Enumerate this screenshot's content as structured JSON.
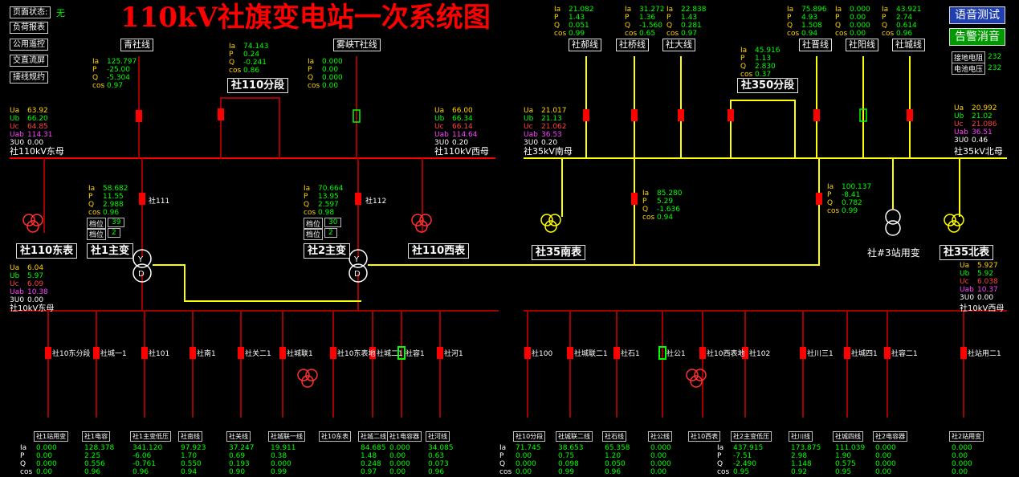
{
  "title": "110kV社旗变电站一次系统图",
  "comm_status": {
    "label": "页面状态:",
    "value": "无"
  },
  "side_buttons": [
    "负荷报表",
    "公用遥控",
    "交直流屏",
    "接线规约"
  ],
  "right_buttons": {
    "voice_test": "语音测试",
    "alarm_reset": "告警消音"
  },
  "right_info": [
    {
      "label": "接地电阻",
      "value": "232"
    },
    {
      "label": "电池电压",
      "value": "232"
    }
  ],
  "feeders_110": [
    {
      "name": "青社线",
      "ia": "125.797",
      "p": "-25.00",
      "q": "-5.304",
      "cos": "0.97"
    },
    {
      "name": "雾峡T社线",
      "ia": "0.000",
      "p": "0.00",
      "q": "0.000",
      "cos": "0.00"
    }
  ],
  "sec110": {
    "name": "社110分段",
    "ia": "74.143",
    "p": "0.24",
    "q": "-0.241",
    "cos": "0.86"
  },
  "bus110_east": {
    "name": "社110kV东母",
    "ua": "63.92",
    "ub": "66.20",
    "uc": "64.85",
    "uab": "114.31",
    "u0": "0.00"
  },
  "bus110_west": {
    "name": "社110kV西母",
    "ua": "66.00",
    "ub": "66.34",
    "uc": "66.14",
    "uab": "114.64",
    "u0": "0.20"
  },
  "pt110": [
    {
      "name": "社110东表"
    },
    {
      "name": "社110西表"
    }
  ],
  "tf1": {
    "name": "社1主变",
    "hv": "社111",
    "ia": "58.682",
    "p": "11.55",
    "q": "2.988",
    "cos": "0.96",
    "tap_label": "档位",
    "tap": "39",
    "gear_label": "档位",
    "gear": "2"
  },
  "tf2": {
    "name": "社2主变",
    "hv": "社112",
    "ia": "70.664",
    "p": "13.95",
    "q": "2.597",
    "cos": "0.98",
    "tap_label": "档位",
    "tap": "30",
    "gear_label": "档位",
    "gear": "2"
  },
  "feeders_35": [
    {
      "name": "社郝线",
      "ia": "21.082",
      "p": "1.43",
      "q": "0.051",
      "cos": "0.99"
    },
    {
      "name": "社桥线",
      "ia": "31.272",
      "p": "1.36",
      "q": "-1.560",
      "cos": "0.65"
    },
    {
      "name": "社大线",
      "ia": "22.838",
      "p": "1.43",
      "q": "0.281",
      "cos": "0.97"
    },
    {
      "name": "社晋线",
      "ia": "75.896",
      "p": "4.93",
      "q": "1.508",
      "cos": "0.94"
    },
    {
      "name": "社阳线",
      "ia": "0.000",
      "p": "0.00",
      "q": "0.000",
      "cos": "0.00"
    },
    {
      "name": "社城线",
      "ia": "43.921",
      "p": "2.74",
      "q": "0.614",
      "cos": "0.96"
    }
  ],
  "sec35": {
    "name": "社350分段",
    "ia": "45.916",
    "p": "1.13",
    "q": "2.830",
    "cos": "0.37"
  },
  "bus35_south": {
    "name": "社35kV南母",
    "ua": "21.017",
    "ub": "21.13",
    "uc": "21.062",
    "uab": "36.53",
    "u0": "0.20"
  },
  "bus35_north": {
    "name": "社35kV北母",
    "ua": "20.992",
    "ub": "21.02",
    "uc": "21.086",
    "uab": "36.51",
    "u0": "0.46"
  },
  "m351": {
    "ia": "85.280",
    "p": "5.29",
    "q": "-1.636",
    "cos": "0.94"
  },
  "m352": {
    "ia": "100.137",
    "p": "-8.41",
    "q": "0.782",
    "cos": "0.99"
  },
  "pt35": [
    {
      "name": "社35南表"
    },
    {
      "name": "社35北表"
    }
  ],
  "station_tf3": "社#3站用变",
  "bus10_east": {
    "name": "社10kV东母",
    "ua": "6.04",
    "ub": "5.97",
    "uc": "6.09",
    "uab": "10.38",
    "u0": "0.00"
  },
  "bus10_west": {
    "name": "社10kV西母",
    "ua": "5.927",
    "ub": "5.92",
    "uc": "6.038",
    "uab": "10.37",
    "u0": "0.00"
  },
  "feeders_10": [
    {
      "name": "社1站用变",
      "ia": "0.000",
      "p": "0.00",
      "q": "0.000",
      "cos": "0.00"
    },
    {
      "name": "社1电容",
      "ia": "128.378",
      "p": "2.25",
      "q": "0.556",
      "cos": "0.96"
    },
    {
      "name": "社1主变低压",
      "ia": "341.120",
      "p": "-6.06",
      "q": "-0.761",
      "cos": "0.96"
    },
    {
      "name": "社南线",
      "ia": "97.923",
      "p": "1.70",
      "q": "0.550",
      "cos": "0.94"
    },
    {
      "name": "社关线",
      "ia": "37.247",
      "p": "0.69",
      "q": "0.193",
      "cos": "0.90"
    },
    {
      "name": "社城联一线",
      "ia": "19.911",
      "p": "0.38",
      "q": "0.000",
      "cos": "0.99"
    },
    {
      "name": "社10东表",
      "ia": "",
      "p": "",
      "q": "",
      "cos": ""
    },
    {
      "name": "社城二线",
      "ia": "84.685",
      "p": "1.48",
      "q": "0.248",
      "cos": "0.97"
    },
    {
      "name": "社1电容器",
      "ia": "0.000",
      "p": "0.00",
      "q": "0.000",
      "cos": "0.00"
    },
    {
      "name": "社河线",
      "ia": "34.085",
      "p": "0.63",
      "q": "0.073",
      "cos": "0.96"
    },
    {
      "name": "社10分段",
      "ia": "71.745",
      "p": "0.00",
      "q": "0.000",
      "cos": "0.00"
    },
    {
      "name": "社城联二线",
      "ia": "38.653",
      "p": "0.75",
      "q": "0.098",
      "cos": "0.99"
    },
    {
      "name": "社石线",
      "ia": "65.358",
      "p": "1.20",
      "q": "0.050",
      "cos": "0.96"
    },
    {
      "name": "社公线",
      "ia": "0.000",
      "p": "0.00",
      "q": "0.000",
      "cos": "0.00"
    },
    {
      "name": "社10西表",
      "ia": "",
      "p": "",
      "q": "",
      "cos": ""
    },
    {
      "name": "社2主变低压",
      "ia": "437.915",
      "p": "-7.51",
      "q": "-2.490",
      "cos": "0.95"
    },
    {
      "name": "社川线",
      "ia": "173.875",
      "p": "2.98",
      "q": "1.148",
      "cos": "0.92"
    },
    {
      "name": "社城四线",
      "ia": "111.039",
      "p": "1.90",
      "q": "0.575",
      "cos": "0.95"
    },
    {
      "name": "社2电容器",
      "ia": "0.000",
      "p": "0.00",
      "q": "0.000",
      "cos": "0.00"
    },
    {
      "name": "社2站用变",
      "ia": "0.000",
      "p": "0.00",
      "q": "0.000",
      "cos": "0.00"
    }
  ],
  "labels_10": [
    "社10东分段",
    "社城一1",
    "社101",
    "社南1",
    "社关二1",
    "社城联1",
    "社10东表地",
    "社城二1",
    "社容1",
    "社河1",
    "社100",
    "社城联二1",
    "社石1",
    "社公1",
    "社10西表地",
    "社102",
    "社川三1",
    "社城四1",
    "社容二1",
    "社站用二1"
  ],
  "mlabels": {
    "ia": "Ia",
    "p": "P",
    "q": "Q",
    "cos": "cos",
    "ua": "Ua",
    "ub": "Ub",
    "uc": "Uc",
    "uab": "Uab",
    "u0": "3U0"
  },
  "colors": {
    "bus": "#ff0000",
    "bus35": "#ffff00",
    "link": "#ffff00",
    "breaker": "#ff0000",
    "text": "#ffffff",
    "meas": "#00ff00"
  }
}
